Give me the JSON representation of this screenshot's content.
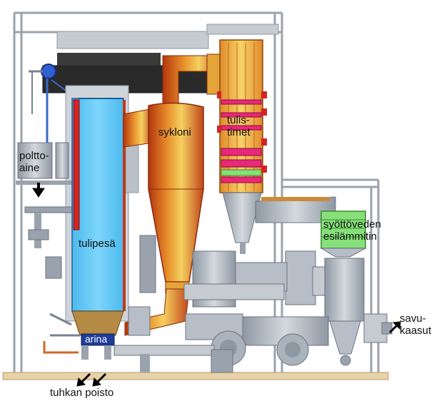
{
  "labels": {
    "fuel_line1": "poltto-",
    "fuel_line2": "aine",
    "furnace": "tulipesä",
    "cyclone": "sykloni",
    "superheater_line1": "tulis-",
    "superheater_line2": "timet",
    "economizer_line1": "syöttöveden",
    "economizer_line2": "esilämmitin",
    "grate": "arina",
    "flue_gas_line1": "savu-",
    "flue_gas_line2": "kaasut",
    "ash_removal": "tuhkan poisto"
  },
  "colors": {
    "furnace": "#5bc8f5",
    "cyclone_light": "#f2c24a",
    "cyclone_dark": "#b3360f",
    "economizer": "#86e07a",
    "steel": "#9aa3ad",
    "duct": "#b7bec7",
    "superheater_pink": "#e8287a",
    "ground": "#e8d2a8"
  },
  "icons": [
    "arrow-down-icon",
    "arrow-right-up-icon",
    "arrow-down-left-icon",
    "arrow-down-left-icon"
  ]
}
